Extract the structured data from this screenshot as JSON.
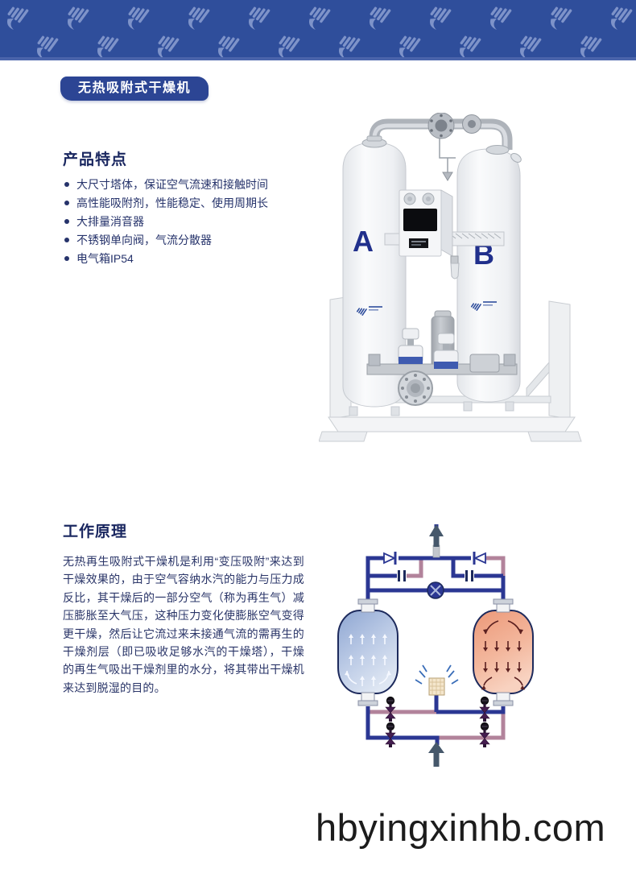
{
  "badge": {
    "title": "无热吸附式干燥机"
  },
  "features": {
    "heading": "产品特点",
    "items": [
      "大尺寸塔体，保证空气流速和接触时间",
      "高性能吸附剂，性能稳定、使用周期长",
      "大排量消音器",
      "不锈钢单向阀，气流分散器",
      "电气箱IP54"
    ]
  },
  "principle": {
    "heading": "工作原理",
    "body": "无热再生吸附式干燥机是利用“变压吸附”来达到干燥效果的，由于空气容纳水汽的能力与压力成反比，其干燥后的一部分空气（称为再生气）减压膨胀至大气压，这种压力变化使膨胀空气变得更干燥，然后让它流过来未接通气流的需再生的干燥剂层（即已吸收足够水汽的干燥塔），干燥的再生气吸出干燥剂里的水分，将其带出干燥机来达到脱湿的目的。",
    "diagram_icons": [
      "check-valve-icon",
      "orifice-icon",
      "purge-valve-icon",
      "switching-valve-icon",
      "muffler-icon",
      "inlet-arrow-icon",
      "outlet-arrow-icon",
      "drying-tower",
      "regenerating-tower"
    ]
  },
  "product_image": {
    "tower_a_label": "A",
    "tower_b_label": "B",
    "icons": [
      "twin-tower-dryer-photo",
      "controller-box",
      "display-screen",
      "muffler-cylinder",
      "flange-icon",
      "base-frame"
    ]
  },
  "header": {
    "icon": "brand-logo-pattern"
  },
  "watermark": {
    "text": "hbyingxinhb.com"
  },
  "colors": {
    "header_blue": "#2f4e9b",
    "header_pattern": "#7e93c9",
    "badge_blue": "#2c4594",
    "heading_navy": "#1a2760",
    "body_text": "#26336b",
    "pipe_blue": "#2b3793",
    "pipe_pink": "#b2839b",
    "valve_purple": "#3f1b4d",
    "tower_wet_orange": "#efa183",
    "tower_dry_blue": "#a5b9dc",
    "arrow_slate": "#46586b",
    "label_navy": "#21308c"
  }
}
